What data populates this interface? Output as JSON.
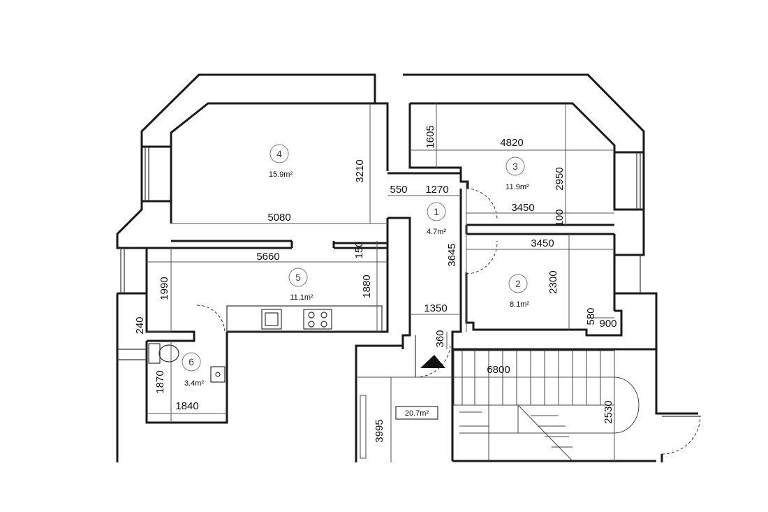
{
  "rooms": [
    {
      "number": "1",
      "area": "4.7m²"
    },
    {
      "number": "2",
      "area": "8.1m²"
    },
    {
      "number": "3",
      "area": "11.9m²"
    },
    {
      "number": "4",
      "area": "15.9m²"
    },
    {
      "number": "5",
      "area": "11.1m²"
    },
    {
      "number": "6",
      "area": "3.4m²"
    }
  ],
  "stair_hall": {
    "area": "20.7m²"
  },
  "dimensions": {
    "d3210": "3210",
    "d5080": "5080",
    "d550": "550",
    "d1270": "1270",
    "d1605": "1605",
    "d4820": "4820",
    "d2950": "2950",
    "d3450_top": "3450",
    "d100": "100",
    "d3450_bottom": "3450",
    "d3645": "3645",
    "d2300": "2300",
    "d580": "580",
    "d900": "900",
    "d1350": "1350",
    "d360": "360",
    "d5660": "5660",
    "d150": "150",
    "d1990": "1990",
    "d1880": "1880",
    "d240": "240",
    "d1870": "1870",
    "d1840": "1840",
    "d6800": "6800",
    "d2530": "2530",
    "d3995": "3995"
  }
}
